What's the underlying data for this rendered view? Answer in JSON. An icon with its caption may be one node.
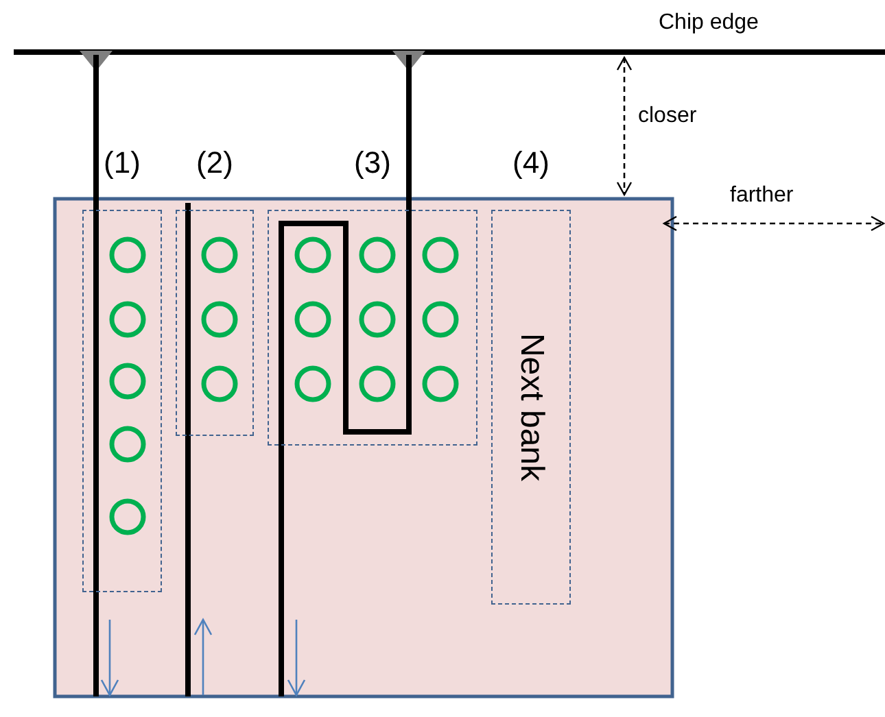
{
  "diagram": {
    "nodes": [
      {
        "text": [
          "(1)"
        ]
      },
      {
        "text": [
          "(2)"
        ]
      },
      {
        "text": [
          "(3)"
        ]
      },
      {
        "text": [
          "(4)",
          "Next bank"
        ]
      }
    ],
    "edges": [],
    "labels": [
      "Chip edge",
      "closer",
      "farther"
    ]
  }
}
